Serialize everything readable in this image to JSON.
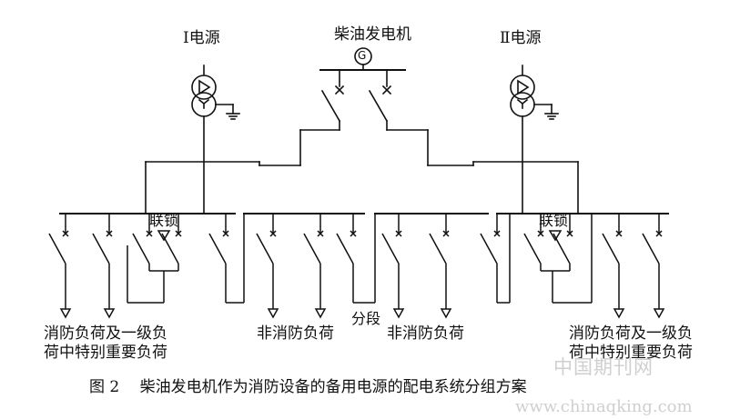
{
  "labels": {
    "source_1": "Ⅰ电源",
    "generator": "柴油发电机",
    "source_2": "Ⅱ电源",
    "interlock_left": "联锁",
    "interlock_right": "联锁",
    "section": "分段",
    "load_fire_left_line1": "消防负荷及一级负",
    "load_fire_left_line2": "荷中特别重要负荷",
    "load_nonfire_1": "非消防负荷",
    "load_nonfire_2": "非消防负荷",
    "load_fire_right_line1": "消防负荷及一级负",
    "load_fire_right_line2": "荷中特别重要负荷",
    "generator_symbol": "G",
    "caption": "图 2　 柴油发电机作为消防设备的备用电源的配电系统分组方案"
  },
  "watermark": {
    "line1": "中国期刊网",
    "line2": "www.chinaqking.com"
  },
  "colors": {
    "line": "#111111",
    "watermark": "#cfcfcf"
  }
}
